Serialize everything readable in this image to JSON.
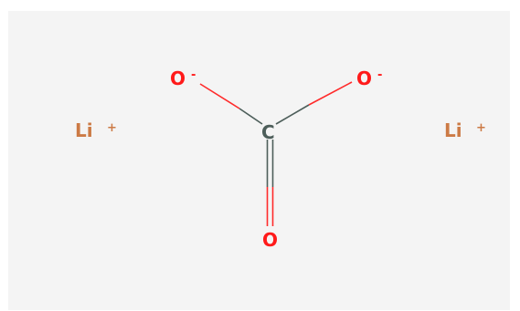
{
  "molecule": {
    "atoms": {
      "li_left": {
        "symbol": "Li",
        "charge": "+"
      },
      "li_right": {
        "symbol": "Li",
        "charge": "+"
      },
      "o_left": {
        "symbol": "O",
        "charge": "-"
      },
      "o_right": {
        "symbol": "O",
        "charge": "-"
      },
      "c_center": {
        "symbol": "C"
      },
      "o_bottom": {
        "symbol": "O"
      }
    },
    "bonds": [
      {
        "from": "c_center",
        "to": "o_left",
        "order": 1
      },
      {
        "from": "c_center",
        "to": "o_right",
        "order": 1
      },
      {
        "from": "c_center",
        "to": "o_bottom",
        "order": 2
      }
    ]
  },
  "colors": {
    "background": "#f4f4f4",
    "lithium": "#cc7a45",
    "oxygen": "#ff1a1a",
    "carbon": "#4d5e5a",
    "bond_carbon": "#4d5e5a",
    "bond_oxygen": "#ff2a2a"
  }
}
